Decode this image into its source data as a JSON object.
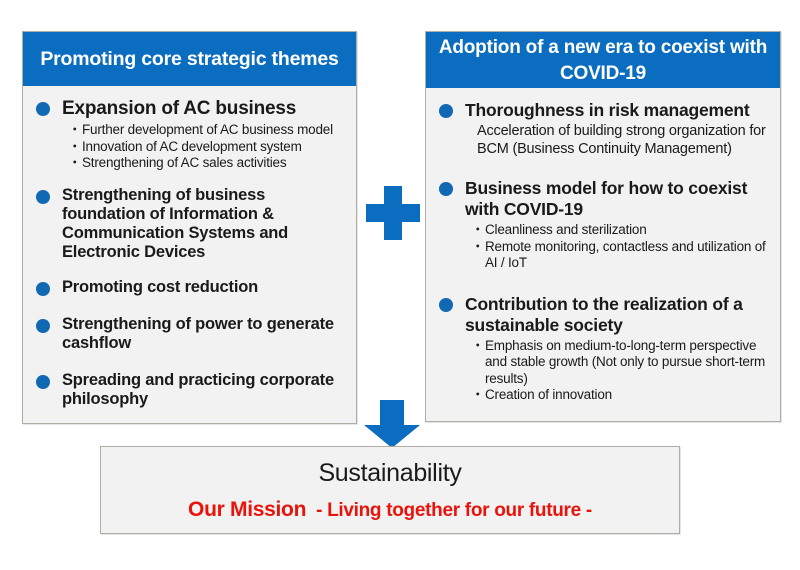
{
  "colors": {
    "accent_blue": "#0b6dc0",
    "bullet_blue": "#1168b3",
    "panel_bg": "#f2f2f2",
    "panel_border": "#b0aca4",
    "mission_red": "#e8140c",
    "text": "#1a1a1a"
  },
  "left_panel": {
    "header": "Promoting core strategic themes",
    "items": [
      {
        "title": "Expansion of AC business",
        "emphasis": "big",
        "sublist": [
          "Further development of AC business model",
          "Innovation of AC development system",
          "Strengthening of AC sales activities"
        ]
      },
      {
        "title": "Strengthening of business foundation of Information & Communication Systems and Electronic Devices",
        "emphasis": "normal",
        "sublist": []
      },
      {
        "title": "Promoting cost reduction",
        "emphasis": "normal",
        "sublist": []
      },
      {
        "title": "Strengthening of power to generate cashflow",
        "emphasis": "normal",
        "sublist": []
      },
      {
        "title": "Spreading and practicing corporate philosophy",
        "emphasis": "normal",
        "sublist": []
      }
    ]
  },
  "right_panel": {
    "header": "Adoption of a new era to coexist with COVID-19",
    "items": [
      {
        "title": "Thoroughness in risk management",
        "emphasis": "big",
        "plaintext": "Acceleration of  building strong organization for BCM (Business Continuity Management)",
        "sublist": []
      },
      {
        "title": "Business model for how to coexist with COVID-19",
        "emphasis": "big",
        "plaintext": "",
        "sublist": [
          "Cleanliness and sterilization",
          "Remote monitoring, contactless and utilization of AI / IoT"
        ]
      },
      {
        "title": "Contribution to the realization of a sustainable society",
        "emphasis": "big",
        "plaintext": "",
        "sublist": [
          "Emphasis on medium-to-long-term perspective and stable growth (Not only to pursue short-term results)",
          "Creation of innovation"
        ]
      }
    ]
  },
  "connectors": {
    "plus": "plus-sign",
    "arrow": "down-arrow"
  },
  "bottom_box": {
    "title": "Sustainability",
    "mission_label": "Our Mission",
    "mission_tagline": "- Living together for our future -"
  }
}
